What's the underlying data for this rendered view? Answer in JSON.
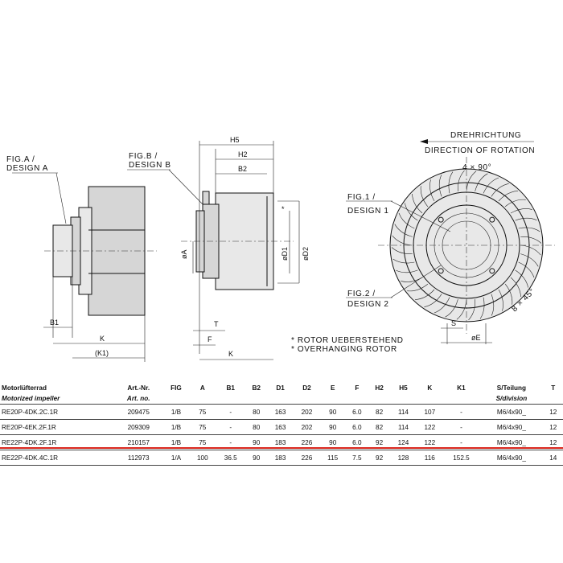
{
  "drawing": {
    "fig_a_label": "FIG.A /",
    "fig_a_design": "DESIGN A",
    "fig_b_label": "FIG.B /",
    "fig_b_design": "DESIGN B",
    "fig_1_label": "FIG.1 /",
    "fig_1_design": "DESIGN 1",
    "fig_2_label": "FIG.2 /",
    "fig_2_design": "DESIGN 2",
    "rotation_de": "DREHRICHTUNG",
    "rotation_en": "DIRECTION OF ROTATION",
    "angle_4x90": "4 × 90°",
    "angle_8x45": "8 × 45°",
    "dims": {
      "B1": "B1",
      "K": "K",
      "K1": "(K1)",
      "H5": "H5",
      "H2": "H2",
      "B2": "B2",
      "A": "øA",
      "D1": "øD1",
      "D2": "øD2",
      "T": "T",
      "F": "F",
      "K2": "K",
      "E": "øE",
      "S": "S",
      "star": "*"
    },
    "note_de": "* ROTOR UEBERSTEHEND",
    "note_en": "* OVERHANGING ROTOR"
  },
  "table": {
    "headers": [
      {
        "main": "Motorlüfterrad",
        "sub": "Motorized impeller"
      },
      {
        "main": "Art.-Nr.",
        "sub": "Art. no."
      },
      {
        "main": "FIG",
        "sub": ""
      },
      {
        "main": "A",
        "sub": ""
      },
      {
        "main": "B1",
        "sub": ""
      },
      {
        "main": "B2",
        "sub": ""
      },
      {
        "main": "D1",
        "sub": ""
      },
      {
        "main": "D2",
        "sub": ""
      },
      {
        "main": "E",
        "sub": ""
      },
      {
        "main": "F",
        "sub": ""
      },
      {
        "main": "H2",
        "sub": ""
      },
      {
        "main": "H5",
        "sub": ""
      },
      {
        "main": "K",
        "sub": ""
      },
      {
        "main": "K1",
        "sub": ""
      },
      {
        "main": "S/Teilung",
        "sub": "S/division"
      },
      {
        "main": "T",
        "sub": ""
      }
    ],
    "rows": [
      [
        "RE20P-4DK.2C.1R",
        "209475",
        "1/B",
        "75",
        "-",
        "80",
        "163",
        "202",
        "90",
        "6.0",
        "82",
        "114",
        "107",
        "-",
        "M6/4x90_",
        "12"
      ],
      [
        "RE20P-4EK.2F.1R",
        "209309",
        "1/B",
        "75",
        "-",
        "80",
        "163",
        "202",
        "90",
        "6.0",
        "82",
        "114",
        "122",
        "-",
        "M6/4x90_",
        "12"
      ],
      [
        "RE22P-4DK.2F.1R",
        "210157",
        "1/B",
        "75",
        "-",
        "90",
        "183",
        "226",
        "90",
        "6.0",
        "92",
        "124",
        "122",
        "-",
        "M6/4x90_",
        "12"
      ],
      [
        "RE22P-4DK.4C.1R",
        "112973",
        "1/A",
        "100",
        "36.5",
        "90",
        "183",
        "226",
        "115",
        "7.5",
        "92",
        "128",
        "116",
        "152.5",
        "M6/4x90_",
        "14"
      ]
    ],
    "highlight_color": "#d9251c"
  }
}
